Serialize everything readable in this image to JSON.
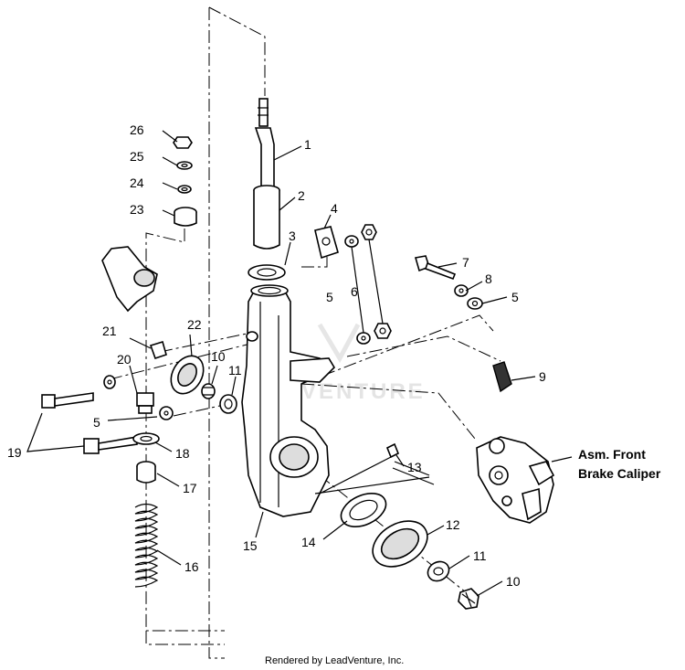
{
  "callouts": [
    {
      "id": "c1",
      "label": "1"
    },
    {
      "id": "c2",
      "label": "2"
    },
    {
      "id": "c3",
      "label": "3"
    },
    {
      "id": "c4",
      "label": "4"
    },
    {
      "id": "c5a",
      "label": "5"
    },
    {
      "id": "c6",
      "label": "6"
    },
    {
      "id": "c7",
      "label": "7"
    },
    {
      "id": "c8",
      "label": "8"
    },
    {
      "id": "c5b",
      "label": "5"
    },
    {
      "id": "c9",
      "label": "9"
    },
    {
      "id": "c10a",
      "label": "10"
    },
    {
      "id": "c11a",
      "label": "11"
    },
    {
      "id": "c12",
      "label": "12"
    },
    {
      "id": "c13",
      "label": "13"
    },
    {
      "id": "c14",
      "label": "14"
    },
    {
      "id": "c15",
      "label": "15"
    },
    {
      "id": "c16",
      "label": "16"
    },
    {
      "id": "c17",
      "label": "17"
    },
    {
      "id": "c18",
      "label": "18"
    },
    {
      "id": "c19",
      "label": "19"
    },
    {
      "id": "c20",
      "label": "20"
    },
    {
      "id": "c21",
      "label": "21"
    },
    {
      "id": "c22",
      "label": "22"
    },
    {
      "id": "c23",
      "label": "23"
    },
    {
      "id": "c24",
      "label": "24"
    },
    {
      "id": "c25",
      "label": "25"
    },
    {
      "id": "c26",
      "label": "26"
    },
    {
      "id": "c5c",
      "label": "5"
    },
    {
      "id": "c11b",
      "label": "11"
    },
    {
      "id": "c10b",
      "label": "10"
    }
  ],
  "assembly": {
    "line1": "Asm. Front",
    "line2": "Brake Caliper"
  },
  "footer": "Rendered by LeadVenture, Inc.",
  "watermark": "VENTURE"
}
